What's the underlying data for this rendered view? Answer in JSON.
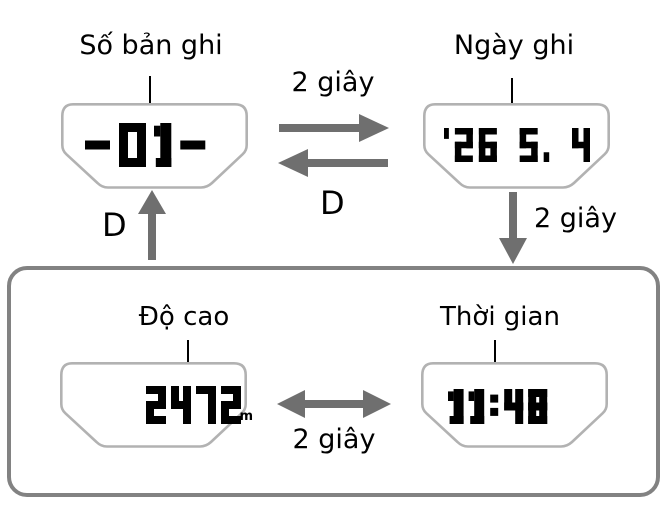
{
  "diagram": {
    "title": "watch-mode-cycle",
    "modes": {
      "record_number": {
        "label": "Số bản ghi",
        "value": "-01-"
      },
      "record_date": {
        "label": "Ngày ghi",
        "value": "'26 5. 4"
      },
      "altitude": {
        "label": "Độ cao",
        "value": "2472",
        "unit": "m"
      },
      "time": {
        "label": "Thời gian",
        "value": "11:48"
      }
    },
    "annotations": {
      "interval_top": "2 giây",
      "interval_right": "2 giây",
      "interval_bottom": "2 giây",
      "button_middle": "D",
      "button_left": "D"
    },
    "icons": {
      "arrow_right": "right-arrow-icon",
      "arrow_left": "left-arrow-icon",
      "arrow_down": "down-arrow-icon",
      "arrow_up": "up-arrow-icon",
      "arrow_double": "double-horizontal-arrow-icon"
    }
  },
  "colors": {
    "arrow": "#6f6f6f",
    "display_outline": "#b2b2b2",
    "box_outline": "#828282",
    "text": "#000000"
  }
}
